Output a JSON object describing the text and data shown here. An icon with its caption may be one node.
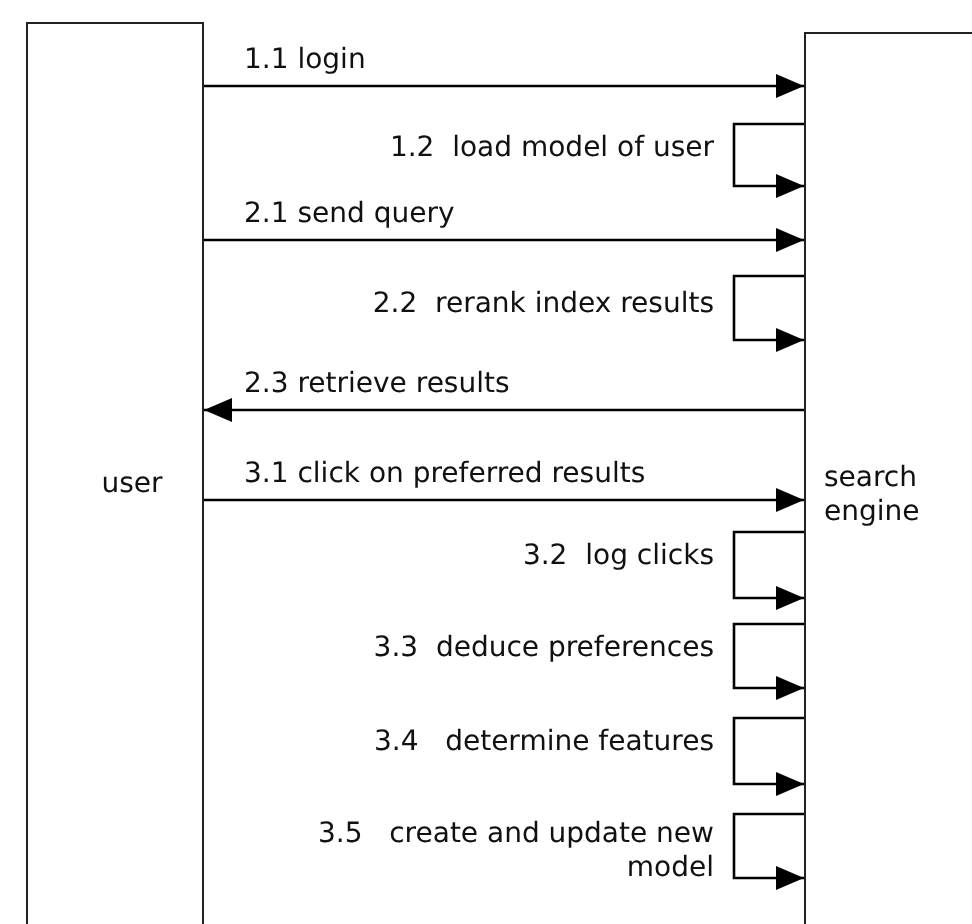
{
  "diagram": {
    "nodes": [
      {
        "text": [
          "user"
        ]
      },
      {
        "text": [
          "search engine"
        ]
      }
    ],
    "edges": [
      {
        "from": 0,
        "to": 1,
        "arrow": "to",
        "label": "1.1 login"
      },
      {
        "from": 1,
        "to": 1,
        "arrow": "to",
        "label": "1.2  load model of user"
      },
      {
        "from": 0,
        "to": 1,
        "arrow": "to",
        "label": "2.1 send query"
      },
      {
        "from": 1,
        "to": 1,
        "arrow": "to",
        "label": "2.2  rerank index results"
      },
      {
        "from": 1,
        "to": 0,
        "arrow": "to",
        "label": "2.3 retrieve results"
      },
      {
        "from": 0,
        "to": 1,
        "arrow": "to",
        "label": "3.1 click on preferred results"
      },
      {
        "from": 1,
        "to": 1,
        "arrow": "to",
        "label": "3.2  log clicks"
      },
      {
        "from": 1,
        "to": 1,
        "arrow": "to",
        "label": "3.3  deduce preferences"
      },
      {
        "from": 1,
        "to": 1,
        "arrow": "to",
        "label": "3.4   determine features"
      },
      {
        "from": 1,
        "to": 1,
        "arrow": "to",
        "label": "3.5   create and update new model"
      }
    ]
  }
}
